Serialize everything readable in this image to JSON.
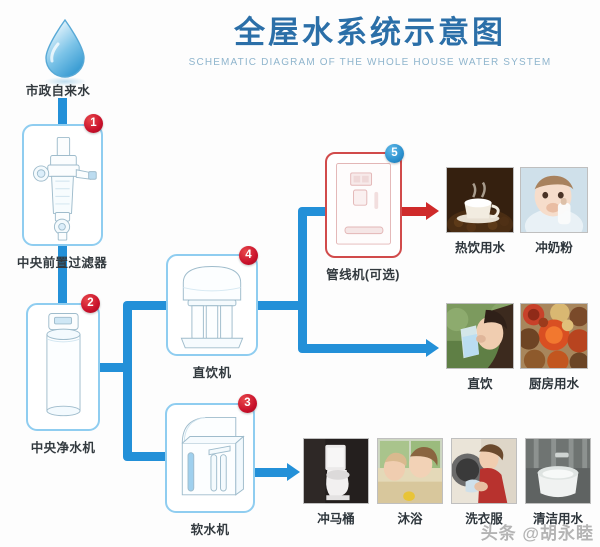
{
  "header": {
    "title": "全屋水系统示意图",
    "subtitle": "SCHEMATIC DIAGRAM OF THE WHOLE HOUSE WATER SYSTEM"
  },
  "source": {
    "label": "市政自来水",
    "icon": "water-drop-icon"
  },
  "devices": [
    {
      "id": "pre-filter",
      "badge": "1",
      "badge_color": "#c8102a",
      "label": "中央前置过滤器",
      "icon": "pre-filter-icon"
    },
    {
      "id": "central-purifier",
      "badge": "2",
      "badge_color": "#c8102a",
      "label": "中央净水机",
      "icon": "central-purifier-icon"
    },
    {
      "id": "water-softener",
      "badge": "3",
      "badge_color": "#c8102a",
      "label": "软水机",
      "icon": "water-softener-icon"
    },
    {
      "id": "direct-drink",
      "badge": "4",
      "badge_color": "#c8102a",
      "label": "直饮机",
      "icon": "direct-drink-icon"
    },
    {
      "id": "pipeline-machine",
      "badge": "5",
      "badge_color": "#2a8fcd",
      "label": "管线机(可选)",
      "icon": "pipeline-machine-icon"
    }
  ],
  "outputs": {
    "hot_row": [
      {
        "id": "hot-drink",
        "label": "热饮用水",
        "icon": "coffee-cup-photo"
      },
      {
        "id": "milk-powder",
        "label": "冲奶粉",
        "icon": "baby-bottle-photo"
      }
    ],
    "drink_row": [
      {
        "id": "direct-drinking",
        "label": "直饮",
        "icon": "drinking-woman-photo"
      },
      {
        "id": "kitchen-water",
        "label": "厨房用水",
        "icon": "food-dishes-photo"
      }
    ],
    "soft_row": [
      {
        "id": "toilet",
        "label": "冲马桶",
        "icon": "toilet-photo"
      },
      {
        "id": "bathing",
        "label": "沐浴",
        "icon": "bathing-children-photo"
      },
      {
        "id": "laundry",
        "label": "洗衣服",
        "icon": "washing-machine-photo"
      },
      {
        "id": "cleaning",
        "label": "清洁用水",
        "icon": "bathtub-photo"
      }
    ]
  },
  "colors": {
    "pipe_blue": "#2390d8",
    "pipe_red": "#cf2a2a",
    "title_blue": "#2b6fa8",
    "subtitle_blue": "#8fb5cd",
    "device_border": "#8fcdf0",
    "badge_red": "#c8102a",
    "badge_blue": "#2a8fcd"
  },
  "watermark": "头条 @胡永睦"
}
